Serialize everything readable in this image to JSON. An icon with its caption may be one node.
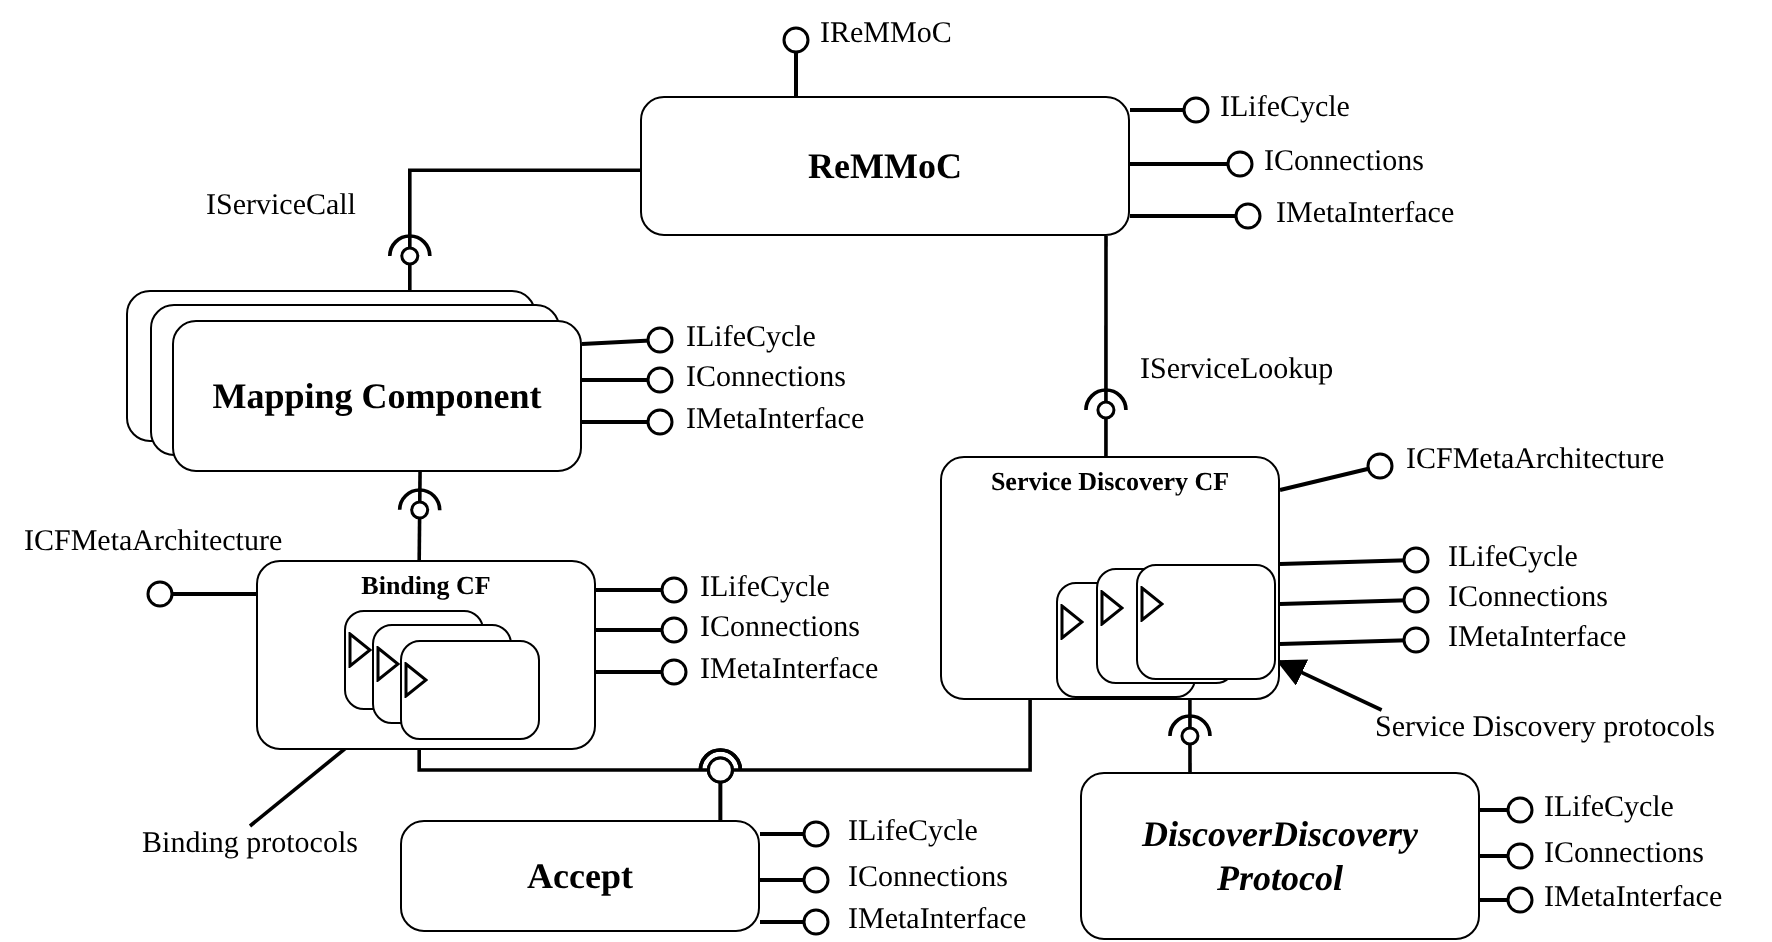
{
  "diagram": {
    "nodes": [
      {
        "text": [
          "ReMMoC"
        ],
        "beside": [
          "IReMMoC",
          "ILifeCycle",
          "IConnections",
          "IMetaInterface"
        ]
      },
      {
        "text": [
          "Mapping Component"
        ],
        "beside": [
          "ILifeCycle",
          "IConnections",
          "IMetaInterface"
        ]
      },
      {
        "text": [
          "Service Discovery CF"
        ],
        "beside": [
          "ICFMetaArchitecture",
          "ILifeCycle",
          "IConnections",
          "IMetaInterface"
        ]
      },
      {
        "text": [],
        "shape": "box",
        "in": 2
      },
      {
        "text": [
          "Binding CF"
        ],
        "beside": [
          "ICFMetaArchitecture",
          "ILifeCycle",
          "IConnections",
          "IMetaInterface"
        ]
      },
      {
        "text": [],
        "shape": "box",
        "in": 4
      },
      {
        "text": [
          "Service Discovery protocols"
        ]
      },
      {
        "text": [
          "Accept"
        ],
        "beside": [
          "ILifeCycle",
          "IConnections",
          "IMetaInterface"
        ]
      },
      {
        "text": [
          "DiscoverDiscovery Protocol"
        ],
        "beside": [
          "ILifeCycle",
          "IConnections",
          "IMetaInterface"
        ]
      },
      {
        "text": [
          "Binding protocols"
        ]
      }
    ],
    "edges": [
      {
        "from": 0,
        "to": 1,
        "arrow": "other",
        "label": "IServiceCall"
      },
      {
        "from": 1,
        "to": 4,
        "arrow": "other"
      },
      {
        "from": 0,
        "to": 2,
        "arrow": "other",
        "label": "IServiceLookup"
      },
      {
        "from": 4,
        "to": 7,
        "arrow": "other"
      },
      {
        "from": 2,
        "to": 7,
        "arrow": "other"
      },
      {
        "from": 2,
        "to": 8,
        "arrow": "other"
      },
      {
        "from": 6,
        "to": 3,
        "arrow": "to"
      },
      {
        "from": 9,
        "to": 5,
        "arrow": "to"
      }
    ]
  }
}
